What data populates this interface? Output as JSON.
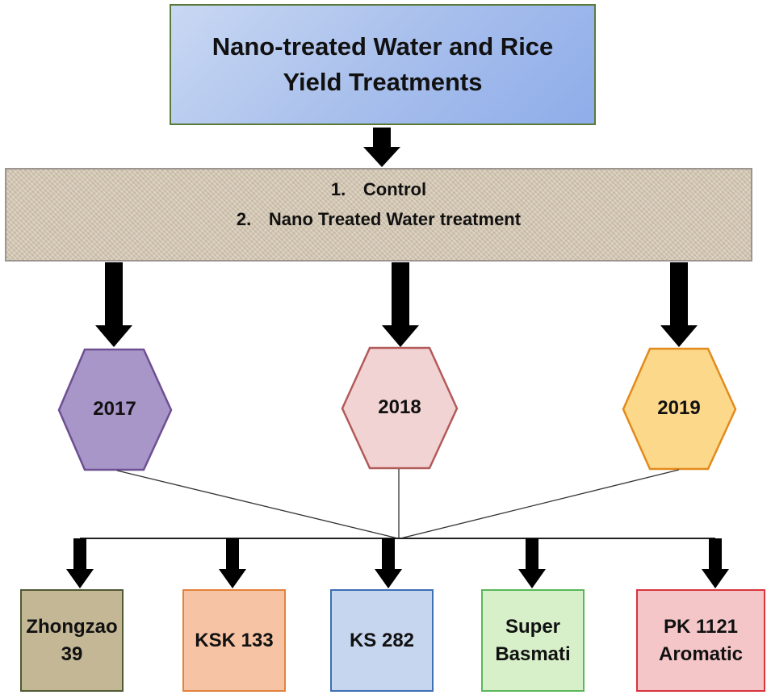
{
  "title": "Nano-treated Water and Rice Yield Treatments",
  "treatments": [
    {
      "num": "1.",
      "label": "Control"
    },
    {
      "num": "2.",
      "label": "Nano Treated Water treatment"
    }
  ],
  "years": [
    "2017",
    "2018",
    "2019"
  ],
  "varieties": [
    "Zhongzao 39",
    "KSK 133",
    "KS 282",
    "Super Basmati",
    "PK 1121 Aromatic"
  ],
  "colors": {
    "hex_2017": "#a896c9",
    "hex_2018": "#f2d3d3",
    "hex_2019": "#fbd88a",
    "variety_zhongzao": "#c3b795",
    "variety_ksk": "#f6c4a4",
    "variety_ks": "#c6d6ee",
    "variety_super": "#d7f0c9",
    "variety_pk": "#f4c6c8"
  }
}
